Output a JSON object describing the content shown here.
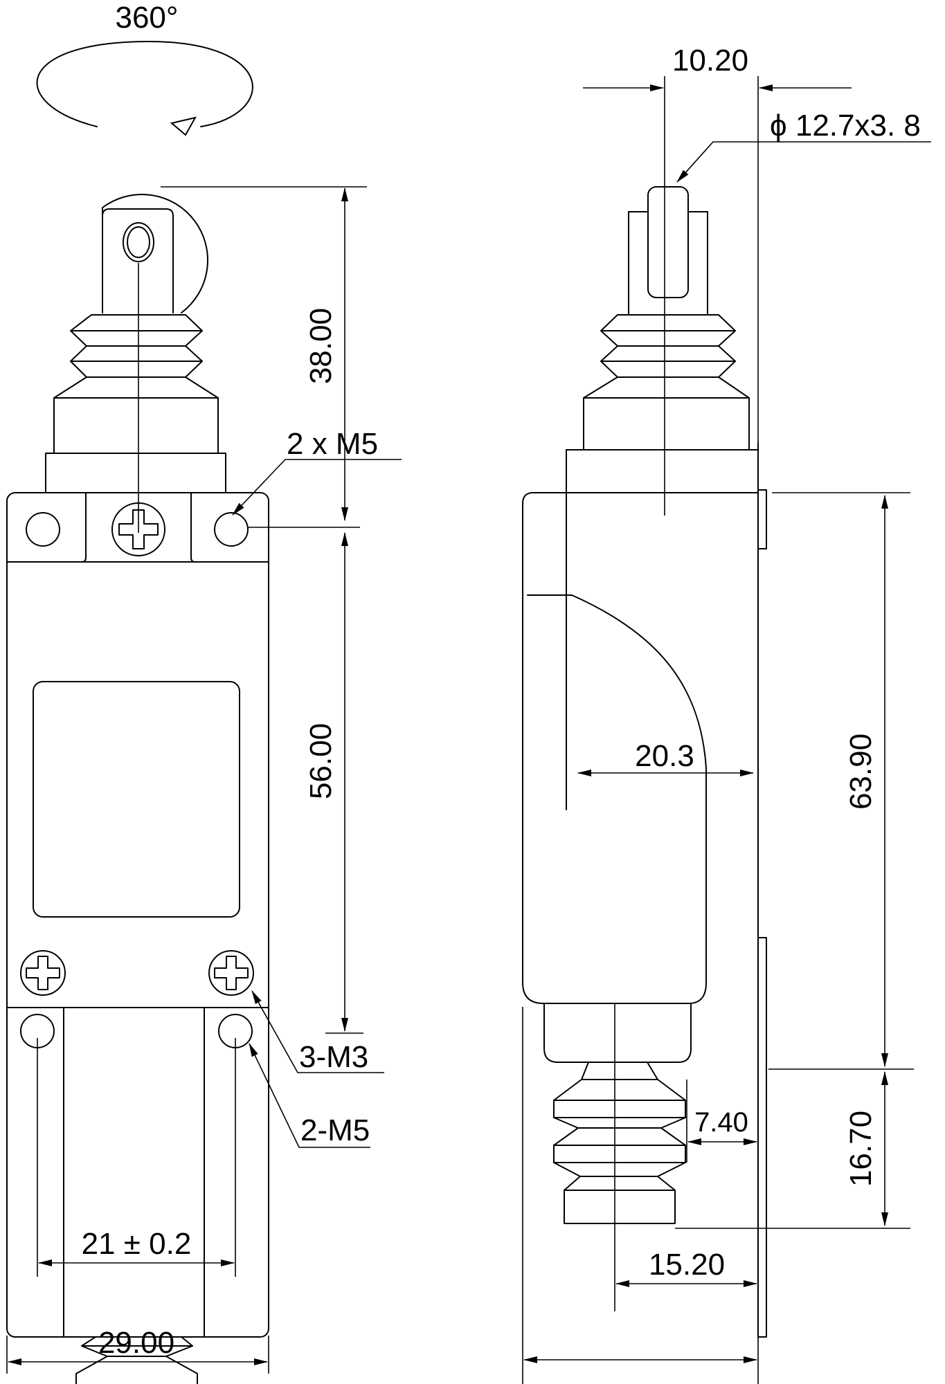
{
  "front_view": {
    "rotation": "360°",
    "height_head": "38.00",
    "height_body": "56.00",
    "holes_top": "2 x M5",
    "screws_bottom": "3-M3",
    "holes_bottom": "2-M5",
    "hole_spacing": "21 ± 0.2",
    "width": "29.00"
  },
  "side_view": {
    "offset_top": "10.20",
    "roller": "ϕ 12.7x3. 8",
    "depth": "20.3",
    "height_body": "63.90",
    "height_plunger": "16.70",
    "plunger_offset": "7.40",
    "plunger_axis": "15.20"
  },
  "colors": {
    "line": "#000000",
    "background": "#ffffff"
  }
}
